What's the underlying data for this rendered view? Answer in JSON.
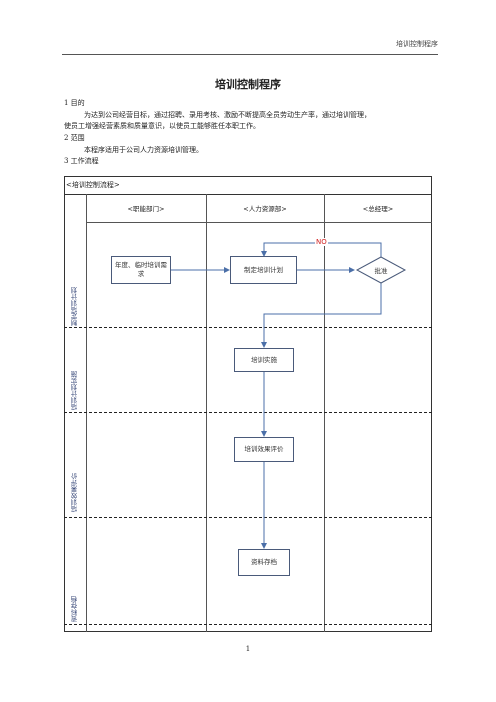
{
  "header": {
    "running_title": "培训控制程序"
  },
  "document": {
    "title": "培训控制程序",
    "sections": [
      {
        "heading": "1  目的",
        "lines": [
          "为达到公司经营目标，通过招聘、录用考核、激励不断提高全员劳动生产率，通过培训管理，",
          "使员工增强经营素质和质量意识，以使员工能够胜任本职工作。"
        ]
      },
      {
        "heading": "2 范围",
        "lines": [
          "本程序适用于公司人力资源培训管理。"
        ]
      },
      {
        "heading": "3    工作流程",
        "lines": []
      }
    ]
  },
  "flowchart": {
    "title": "<培训控制流程>",
    "lanes": [
      "<职能部门>",
      "<人力资源部>",
      "<总经理>"
    ],
    "phases": [
      "制定培训计划",
      "培训计划实施",
      "培训效果评价",
      "资料存档"
    ],
    "nodes": {
      "demand": "年度、临时培训需求",
      "plan": "制定培训计划",
      "approve": "批准",
      "implement": "培训实施",
      "evaluate": "培训效果评价",
      "archive": "资料存档"
    },
    "reject_label": "NO",
    "colors": {
      "arrow": "#4b6fa8",
      "reject": "#d02020",
      "border": "#4a5a7a"
    }
  },
  "footer": {
    "page_number": "1"
  }
}
